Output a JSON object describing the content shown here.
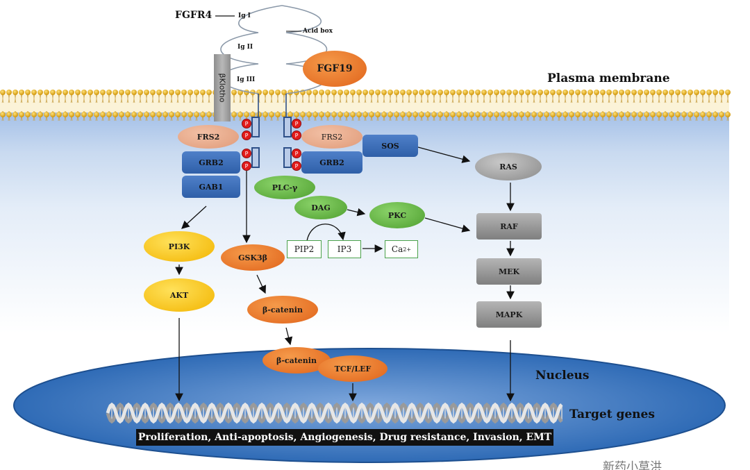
{
  "labels": {
    "fgfr4": "FGFR4",
    "ig1": "Ig I",
    "ig2": "Ig II",
    "ig3": "Ig III",
    "acid_box": "Acid box",
    "fgf19": "FGF19",
    "klotho": "βKlotho",
    "plasma_membrane": "Plasma membrane",
    "nucleus": "Nucleus",
    "target_genes": "Target genes",
    "phospho": "P"
  },
  "nodes": {
    "frs2_left": "FRS2",
    "grb2_left": "GRB2",
    "gab1": "GAB1",
    "frs2_right": "FRS2",
    "grb2_right": "GRB2",
    "sos": "SOS",
    "ras": "RAS",
    "plc": "PLC-γ",
    "dag": "DAG",
    "pkc": "PKC",
    "pip2": "PIP2",
    "ip3": "IP3",
    "ca": "Ca",
    "ca_sup": "2+",
    "raf": "RAF",
    "mek": "MEK",
    "mapk": "MAPK",
    "pi3k": "PI3K",
    "akt": "AKT",
    "gsk3b": "GSK3β",
    "bcatenin_cyto": "β-catenin",
    "bcatenin_nuc": "β-catenin",
    "tcf_lef": "TCF/LEF"
  },
  "outcomes": "Proliferation, Anti-apoptosis, Angiogenesis, Drug resistance, Invasion, EMT",
  "watermark": "新药小草洪",
  "colors": {
    "receptor_blue": "#2f5fa8",
    "plc_green": "#4e9f2f",
    "wnt_orange": "#e0631a",
    "pi3k_yellow": "#f2b400",
    "mapk_gray": "#8a8a8a",
    "fgf19_orange": "#e8701f",
    "phospho_red": "#e21b1b",
    "membrane_gold": "#e7b12c",
    "nucleus_blue": "#2f6bb6"
  }
}
